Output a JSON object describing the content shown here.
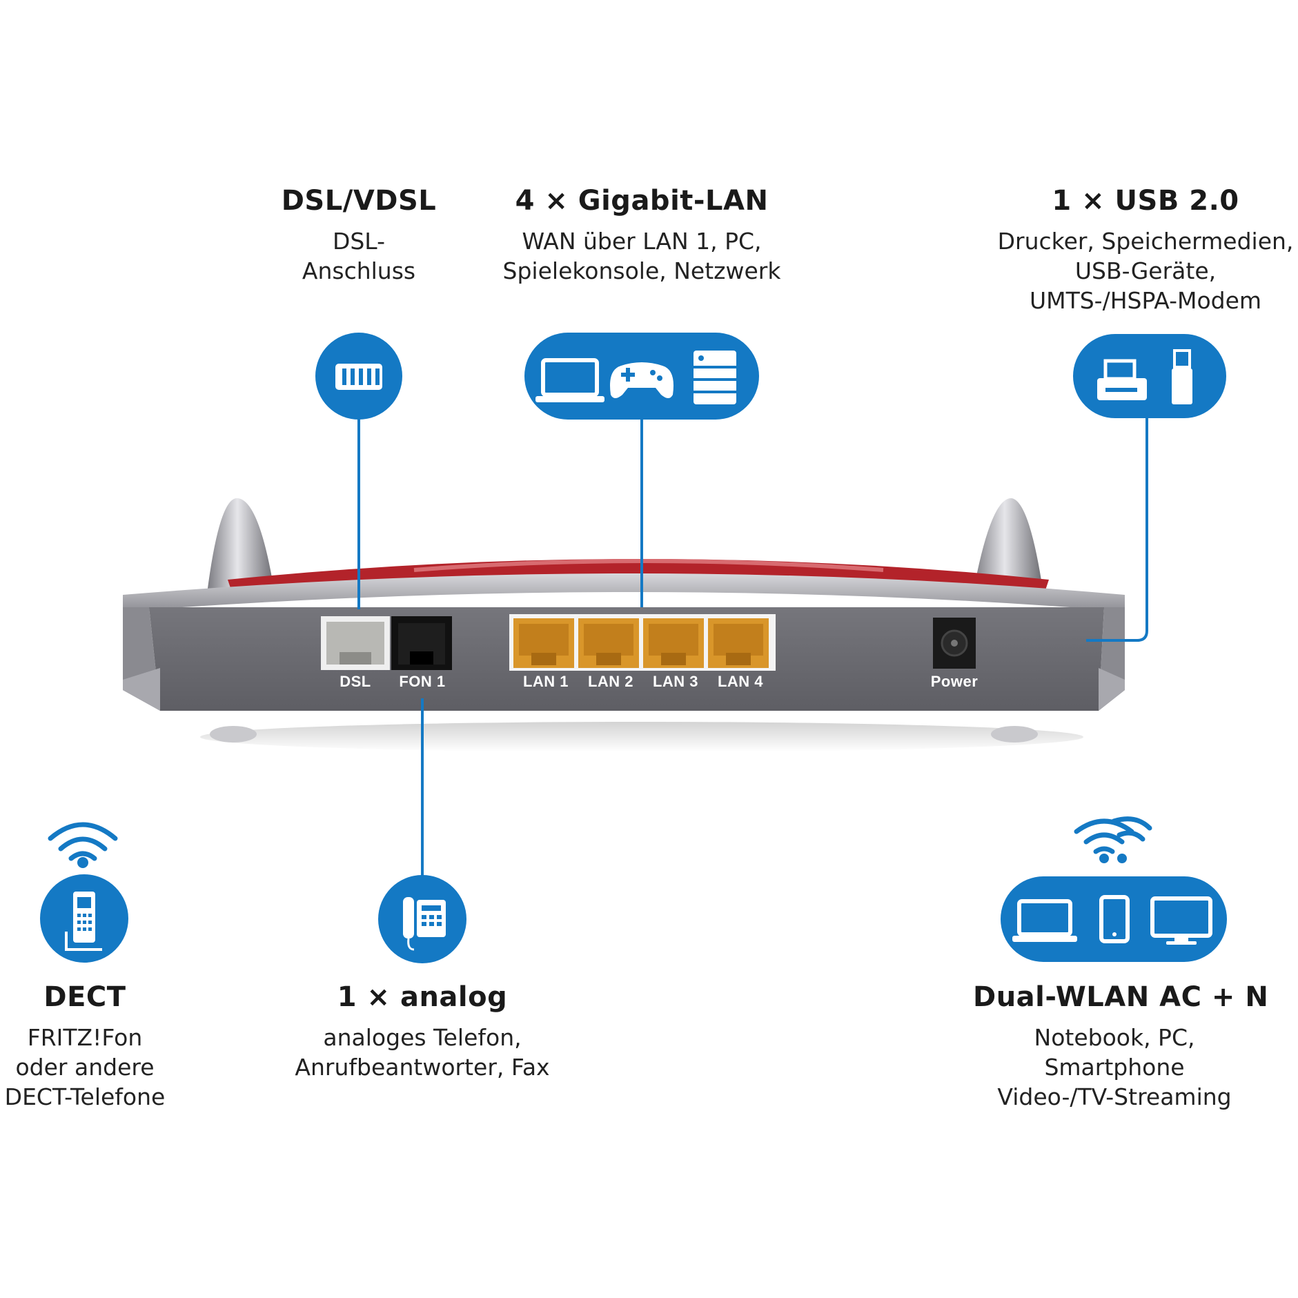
{
  "colors": {
    "accent_blue": "#1479c4",
    "router_grey": "#6e6e72",
    "router_silver": "#b8b8bc",
    "router_red": "#c0272d",
    "lan_port_orange": "#d9962a"
  },
  "features": {
    "dsl": {
      "title": "DSL/VDSL",
      "desc": [
        "DSL-",
        "Anschluss"
      ],
      "icon": "dsl-port-icon"
    },
    "lan": {
      "title": "4 × Gigabit-LAN",
      "desc": [
        "WAN über LAN 1, PC,",
        "Spielekonsole, Netzwerk"
      ],
      "icons": [
        "laptop-icon",
        "gamepad-icon",
        "server-icon"
      ]
    },
    "usb": {
      "title": "1 × USB 2.0",
      "desc": [
        "Drucker, Speichermedien,",
        "USB-Geräte,",
        "UMTS-/HSPA-Modem"
      ],
      "icons": [
        "printer-icon",
        "usb-stick-icon"
      ]
    },
    "dect": {
      "title": "DECT",
      "desc": [
        "FRITZ!Fon",
        "oder andere",
        "DECT-Telefone"
      ],
      "icons": [
        "wifi-icon",
        "cordless-phone-icon"
      ]
    },
    "analog": {
      "title": "1 × analog",
      "desc": [
        "analoges Telefon,",
        "Anrufbeantworter, Fax"
      ],
      "icon": "desk-phone-icon"
    },
    "wlan": {
      "title": "Dual-WLAN AC + N",
      "desc": [
        "Notebook, PC,",
        "Smartphone",
        "Video-/TV-Streaming"
      ],
      "icons": [
        "dual-wifi-icon",
        "laptop-icon",
        "smartphone-icon",
        "monitor-icon"
      ]
    }
  },
  "router": {
    "ports": [
      "DSL",
      "FON 1",
      "LAN 1",
      "LAN 2",
      "LAN 3",
      "LAN 4",
      "Power"
    ]
  }
}
